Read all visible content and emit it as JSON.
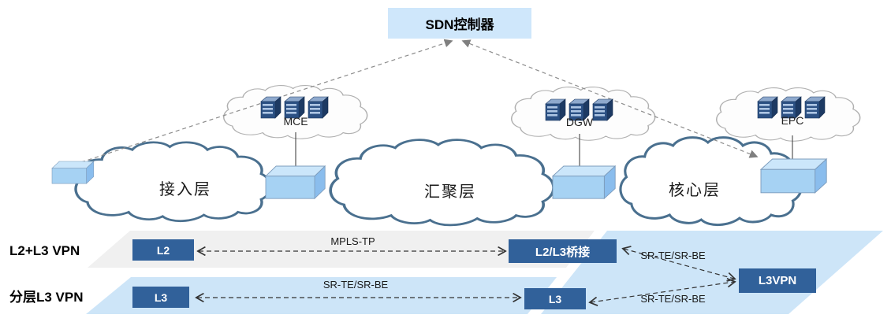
{
  "title": {
    "controller": "SDN控制器"
  },
  "edge_clouds": [
    {
      "id": "mce",
      "label": "MCE"
    },
    {
      "id": "dgw",
      "label": "DGW"
    },
    {
      "id": "epc",
      "label": "EPC"
    }
  ],
  "network_layers": [
    {
      "id": "access",
      "label": "接入层"
    },
    {
      "id": "aggregation",
      "label": "汇聚层"
    },
    {
      "id": "core",
      "label": "核心层"
    }
  ],
  "vpn_rows": [
    {
      "title": "L2+L3 VPN",
      "left_node": "L2",
      "link": "MPLS-TP",
      "right_node": "L2/L3桥接"
    },
    {
      "title": "分层L3 VPN",
      "left_node": "L3",
      "link": "SR-TE/SR-BE",
      "right_node": "L3"
    }
  ],
  "l3vpn_node": {
    "label": "L3VPN",
    "upper_link": "SR-TE/SR-BE",
    "lower_link": "SR-TE/SR-BE"
  },
  "colors": {
    "node_dark_blue": "#31619A",
    "band_blue": "#CDE5F8",
    "band_gray": "#F0F0F0",
    "controller_fill": "#CFE7FB",
    "cloud_border": "#4A708F",
    "device_box_blue": "#A6D2F3",
    "server_blue": "#2C5184",
    "dashed_gray": "#8C8C8C",
    "dashed_dark": "#333333"
  }
}
